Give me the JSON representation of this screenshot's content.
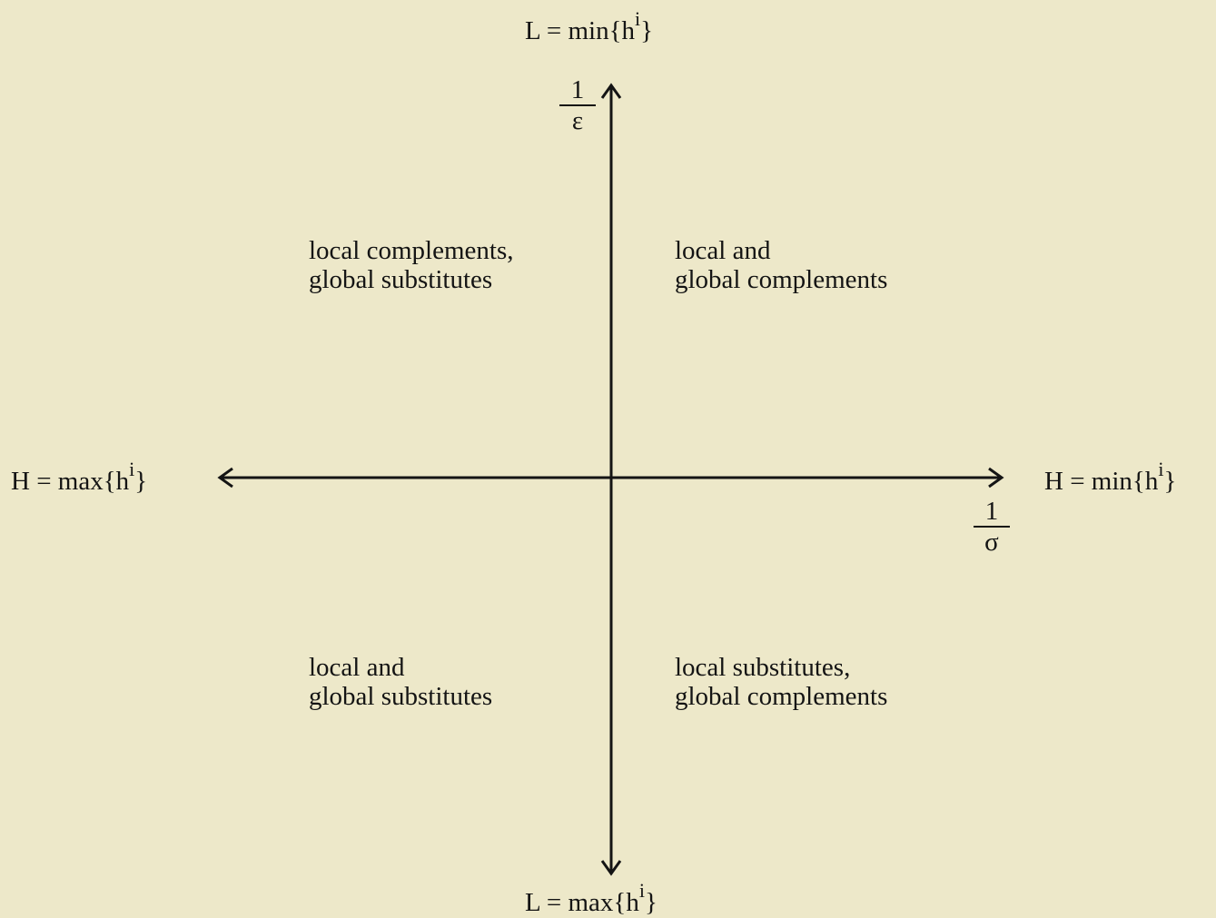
{
  "axes": {
    "top": {
      "prefix": "L = min{h",
      "sup": "i",
      "suffix": "}"
    },
    "bottom": {
      "prefix": "L = max{h",
      "sup": "i",
      "suffix": "}"
    },
    "left": {
      "prefix": "H = max{h",
      "sup": "i",
      "suffix": "}"
    },
    "right": {
      "prefix": "H = min{h",
      "sup": "i",
      "suffix": "}"
    }
  },
  "fractions": {
    "vertical": {
      "numerator": "1",
      "denominator": "ε"
    },
    "horizontal": {
      "numerator": "1",
      "denominator": "σ"
    }
  },
  "quadrants": {
    "top_left": {
      "line1": "local complements,",
      "line2": "global substitutes"
    },
    "top_right": {
      "line1": "local and",
      "line2": "global complements"
    },
    "bottom_left": {
      "line1": "local and",
      "line2": "global substitutes"
    },
    "bottom_right": {
      "line1": "local substitutes,",
      "line2": "global complements"
    }
  }
}
